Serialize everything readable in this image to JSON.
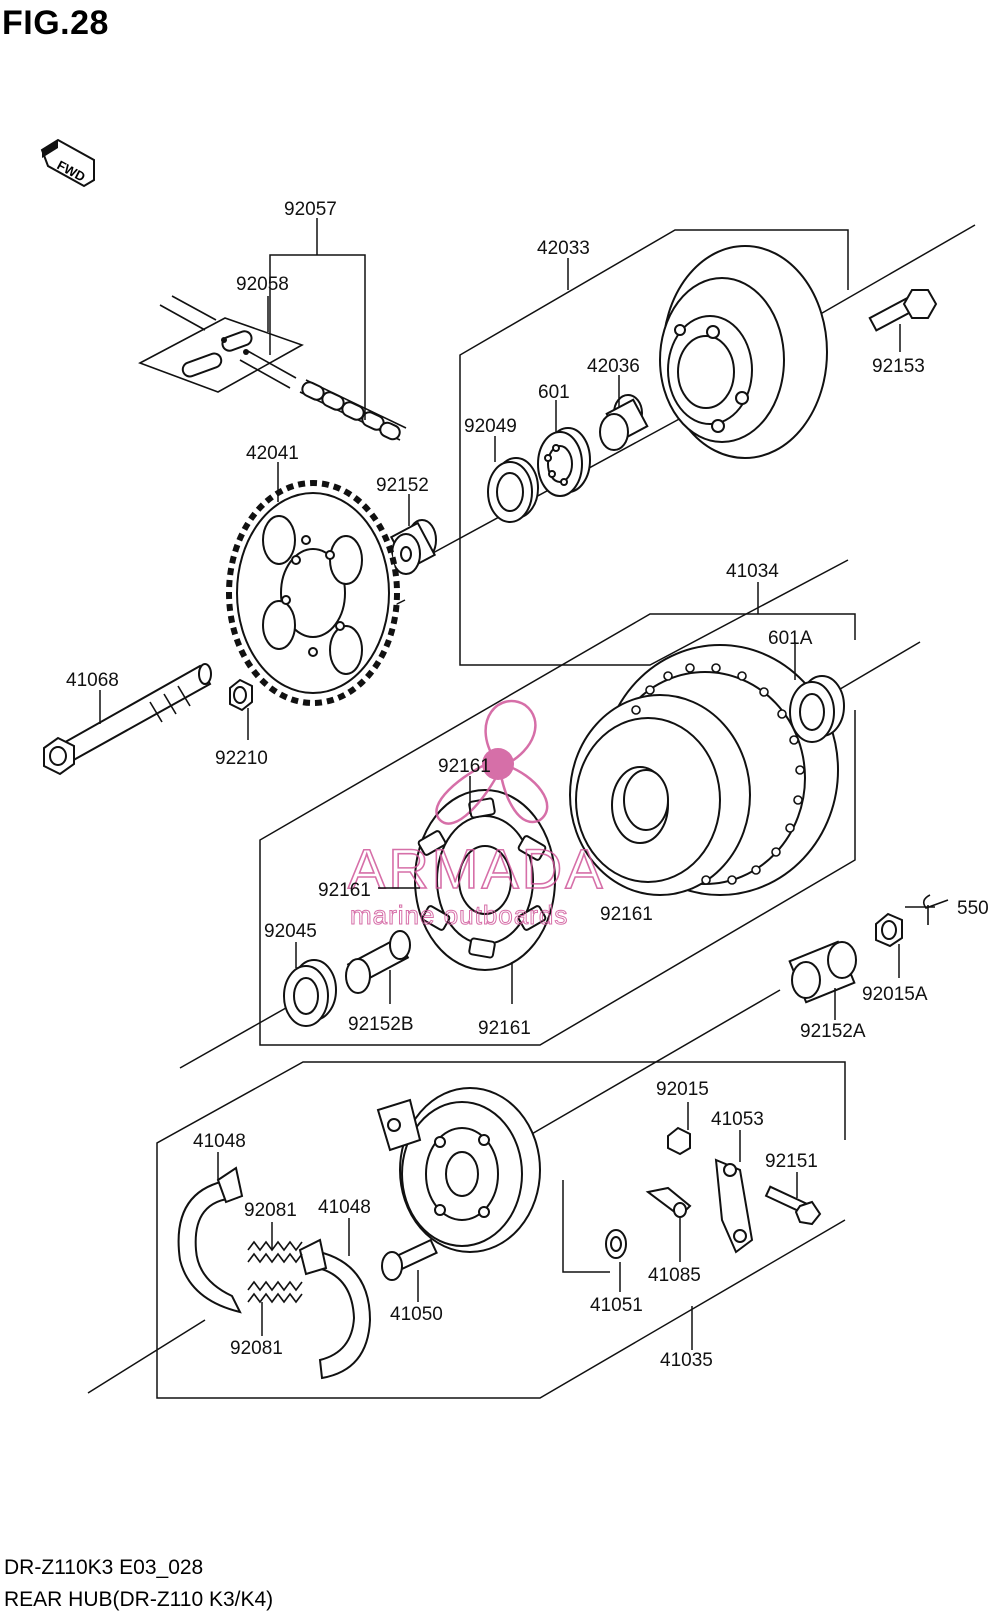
{
  "header": {
    "figure_title": "FIG.28",
    "fwd_label": "FWD"
  },
  "watermark": {
    "brand": "ARMADA",
    "tagline": "marine outboards",
    "color": "#d0569a"
  },
  "footer": {
    "model_code": "DR-Z110K3 E03_028",
    "subtitle": "REAR HUB(DR-Z110 K3/K4)"
  },
  "parts": {
    "p92057": "92057",
    "p92058": "92058",
    "p42033": "42033",
    "p92153": "92153",
    "p42036": "42036",
    "p601": "601",
    "p92049": "92049",
    "p42041": "42041",
    "p92152": "92152",
    "p41068": "41068",
    "p92210": "92210",
    "p41034": "41034",
    "p601A": "601A",
    "p92161_top": "92161",
    "p92161_left": "92161",
    "p92161_right": "92161",
    "p92161_bottom": "92161",
    "p550": "550",
    "p92045": "92045",
    "p92152B": "92152B",
    "p92015A": "92015A",
    "p92152A": "92152A",
    "p92015": "92015",
    "p41053": "41053",
    "p41048_top": "41048",
    "p92151": "92151",
    "p92081_top": "92081",
    "p41048_right": "41048",
    "p41085": "41085",
    "p41050": "41050",
    "p41051": "41051",
    "p92081_bottom": "92081",
    "p41035": "41035"
  }
}
